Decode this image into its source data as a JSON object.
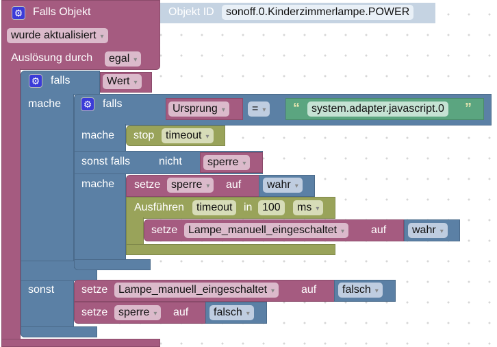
{
  "trigger": {
    "title": "Falls Objekt",
    "object_id_label": "Objekt ID",
    "object_id_value": "sonoff.0.Kinderzimmerlampe.POWER",
    "event_option": "wurde aktualisiert",
    "trigger_label": "Auslösung durch",
    "trigger_option": "egal"
  },
  "outer_if": {
    "if_label": "falls",
    "condition_var": "Wert",
    "do_label": "mache",
    "else_label": "sonst"
  },
  "inner_if": {
    "if_label": "falls",
    "compare_left": "Ursprung",
    "compare_op": "=",
    "compare_right": "system.adapter.javascript.0",
    "do_label": "mache",
    "elseif_label": "sonst falls",
    "not_label": "nicht",
    "not_var": "sperre",
    "do2_label": "mache"
  },
  "stop_block": {
    "label": "stop",
    "timer": "timeout"
  },
  "set_sperre_true": {
    "set_label": "setze",
    "var": "sperre",
    "to_label": "auf",
    "value": "wahr"
  },
  "timeout_block": {
    "label": "Ausführen",
    "name": "timeout",
    "in_label": "in",
    "delay": "100",
    "unit": "ms"
  },
  "set_lampe_true": {
    "set_label": "setze",
    "var": "Lampe_manuell_eingeschaltet",
    "to_label": "auf",
    "value": "wahr"
  },
  "set_lampe_false": {
    "set_label": "setze",
    "var": "Lampe_manuell_eingeschaltet",
    "to_label": "auf",
    "value": "falsch"
  },
  "set_sperre_false": {
    "set_label": "setze",
    "var": "sperre",
    "to_label": "auf",
    "value": "falsch"
  },
  "icons": {
    "gear": "⚙",
    "dropdown": "▾"
  },
  "colors": {
    "event": "#a55b80",
    "logic": "#5b80a5",
    "timer": "#99a35a",
    "text": "#5ba580"
  }
}
